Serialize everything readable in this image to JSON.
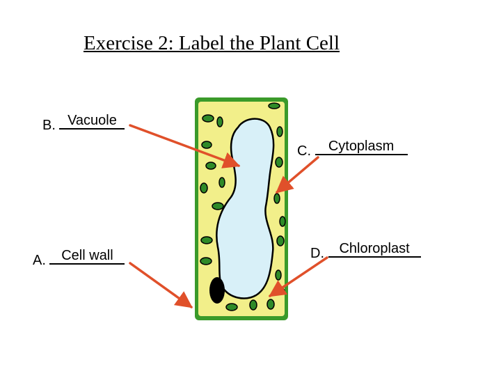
{
  "title": "Exercise 2: Label the Plant Cell",
  "labels": {
    "a": {
      "prefix": "A.",
      "answer": "Cell wall"
    },
    "b": {
      "prefix": "B.",
      "answer": "Vacuole"
    },
    "c": {
      "prefix": "C.",
      "answer": "Cytoplasm"
    },
    "d": {
      "prefix": "D.",
      "answer": "Chloroplast"
    }
  },
  "colors": {
    "cell_wall": "#3a9a2a",
    "cytoplasm": "#f2ef8a",
    "vacuole": "#d8f0f8",
    "chloroplast": "#2f8a28",
    "nucleus": "#000000",
    "arrow": "#e0502a"
  }
}
